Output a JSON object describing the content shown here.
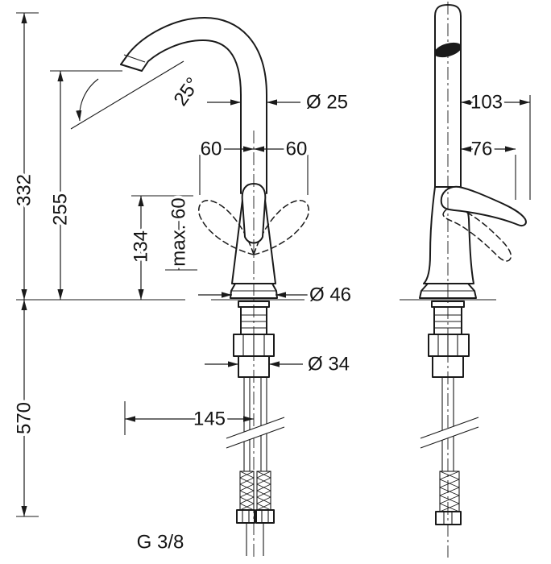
{
  "dims": {
    "total_height": "332",
    "spout_height": "255",
    "body_height": "134",
    "max_clearance": "max. 60",
    "under_counter_height": "570",
    "swivel_angle": "25°",
    "spout_dia": "Ø 25",
    "swing_left": "60",
    "swing_right": "60",
    "depth_total": "103",
    "depth_handle": "76",
    "base_dia": "Ø 46",
    "shank_dia": "Ø 34",
    "spout_reach": "145",
    "connection_thread": "G 3/8"
  }
}
